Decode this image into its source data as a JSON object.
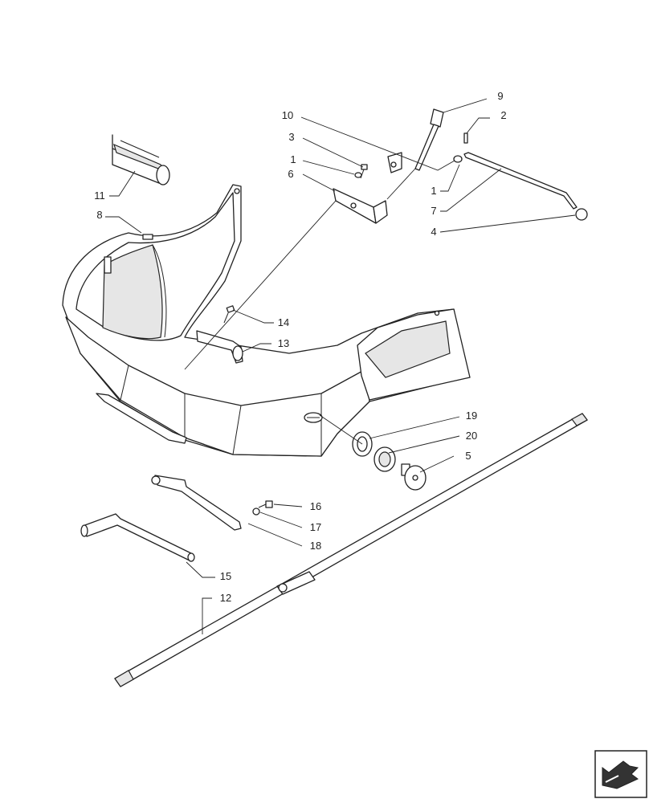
{
  "diagram": {
    "callouts": [
      "9",
      "2",
      "10",
      "3",
      "1",
      "6",
      "1",
      "7",
      "4",
      "11",
      "8",
      "14",
      "13",
      "19",
      "20",
      "5",
      "16",
      "17",
      "18",
      "15",
      "12"
    ]
  },
  "icons": {
    "navigation": "next-page-arrow-icon"
  }
}
